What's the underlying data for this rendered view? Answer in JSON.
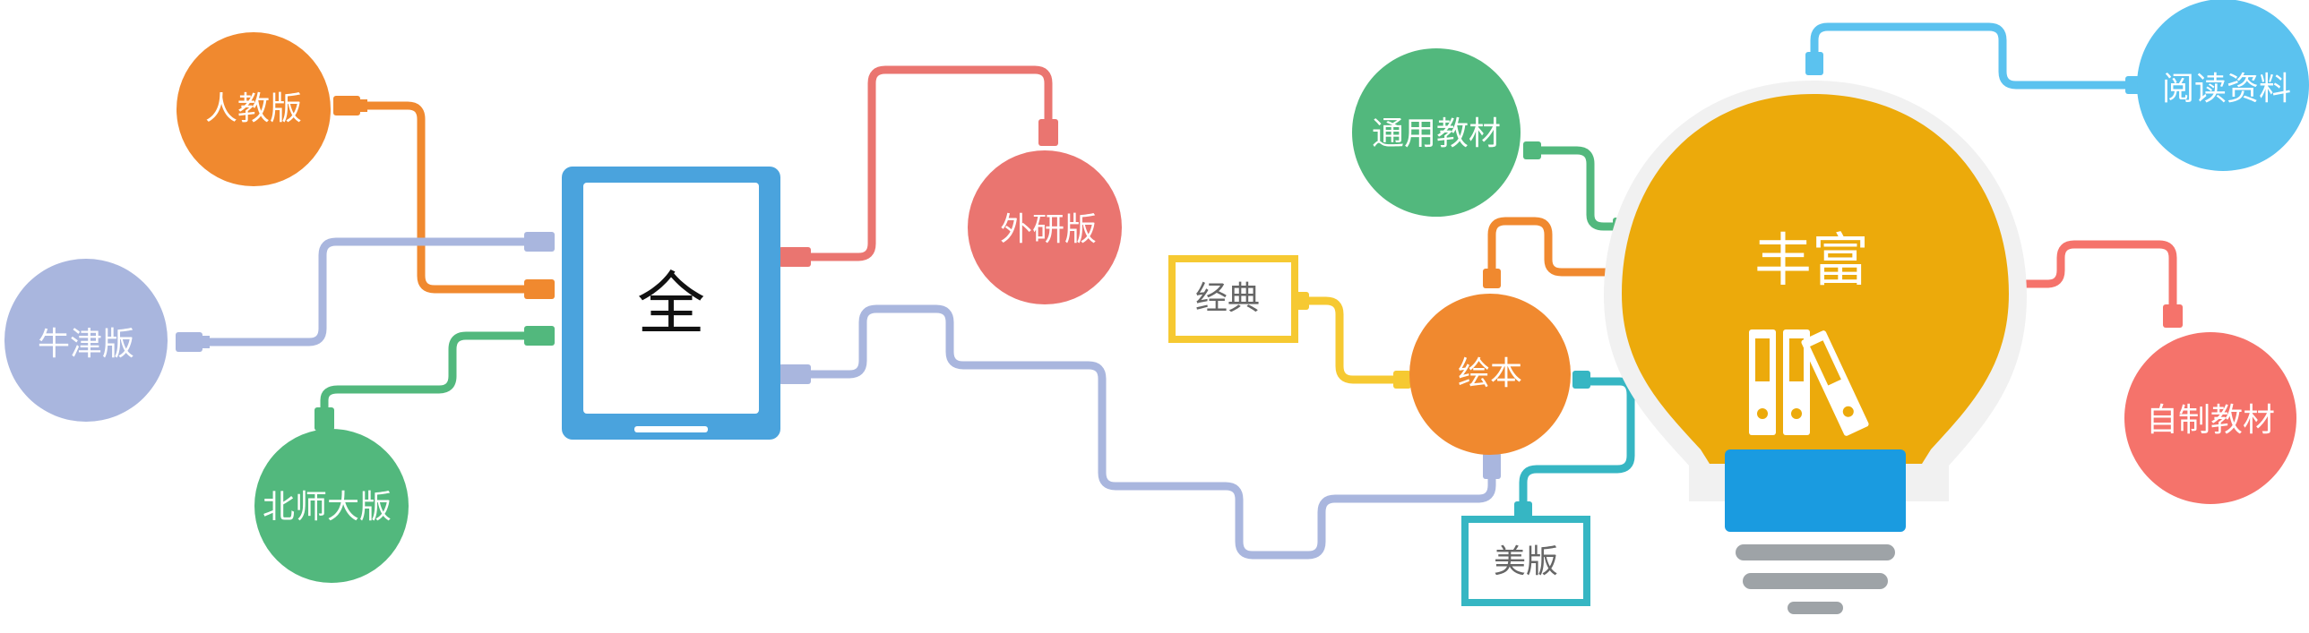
{
  "diagram": {
    "tablet_label": "全",
    "bulb_label": "丰富",
    "nodes": {
      "renjiao": "人教版",
      "niujin": "牛津版",
      "beishida": "北师大版",
      "waiyan": "外研版",
      "tongyong": "通用教材",
      "jingdian": "经典",
      "huiben": "绘本",
      "meiban": "美版",
      "yuedu": "阅读资料",
      "zizhi": "自制教材"
    },
    "colors": {
      "orange": "#f0892f",
      "lavender": "#a9b6de",
      "green": "#52b87d",
      "salmon": "#ea7570",
      "blue_tablet": "#4aa3dd",
      "sky": "#5bc2ef",
      "yellow": "#f6c932",
      "teal": "#36b6c3",
      "bulb_gold": "#ecaa0b",
      "bulb_base": "#1a9be0",
      "coral": "#f5736b",
      "gray": "#9ea3a7"
    }
  }
}
